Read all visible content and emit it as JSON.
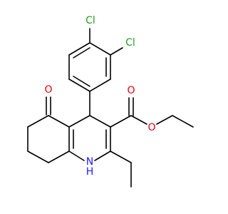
{
  "colors": {
    "background": "#ffffff",
    "bond": "#000000",
    "chlorine": "#1fa01f",
    "oxygen": "#e8000c",
    "nitrogen": "#2020ff"
  },
  "atoms": {
    "cl_top": "Cl",
    "cl_right": "Cl",
    "o_ketone": "O",
    "o_carbonyl": "O",
    "o_ester": "O",
    "nh": "N",
    "nh_h": "H"
  }
}
